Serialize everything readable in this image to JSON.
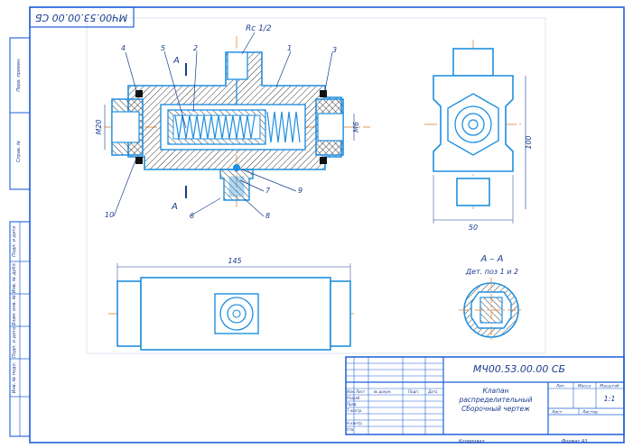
{
  "code_rotated": "МЧ00.53.00.00 СБ",
  "thread_label": "Rc 1/2",
  "views": {
    "section_marker": "А",
    "section_title": "А – А",
    "section_note": "Дет. поз 1 и 2"
  },
  "dimensions": {
    "left_thread": "М20",
    "right_thread": "М6",
    "height": "100",
    "width": "50",
    "length": "145"
  },
  "callouts": [
    "1",
    "2",
    "3",
    "4",
    "5",
    "6",
    "7",
    "8",
    "9",
    "10"
  ],
  "margin_labels": [
    "Перв. примен.",
    "Справ. №",
    "Подп. и дата",
    "Инв. № дубл.",
    "Взам. инв. №",
    "Подп. и дата",
    "Инв. № подл."
  ],
  "title_block": {
    "doc_code": "МЧ00.53.00.00 СБ",
    "name_line1": "Клапан",
    "name_line2": "распределительный",
    "name_line3": "Сборочный чертеж",
    "col_lit": "Лит.",
    "col_mass": "Масса",
    "col_scale": "Масштаб",
    "scale": "1:1",
    "sheet": "Лист",
    "sheets": "Листов",
    "row_izm": "Изм.",
    "row_list": "Лист",
    "row_doc": "№ докум.",
    "row_sign": "Подп.",
    "row_date": "Дата",
    "role_dev": "Разраб.",
    "role_check": "Пров.",
    "role_tkontr": "Т.контр.",
    "role_nkontr": "Н.контр.",
    "role_utv": "Утв.",
    "copied": "Копировал",
    "format": "Формат   А3"
  },
  "colors": {
    "line": "#1f8fe0",
    "frame": "#1f5fd8",
    "hatch": "#1a1a1a",
    "axis": "#e07820",
    "text": "#1a3d8f"
  }
}
